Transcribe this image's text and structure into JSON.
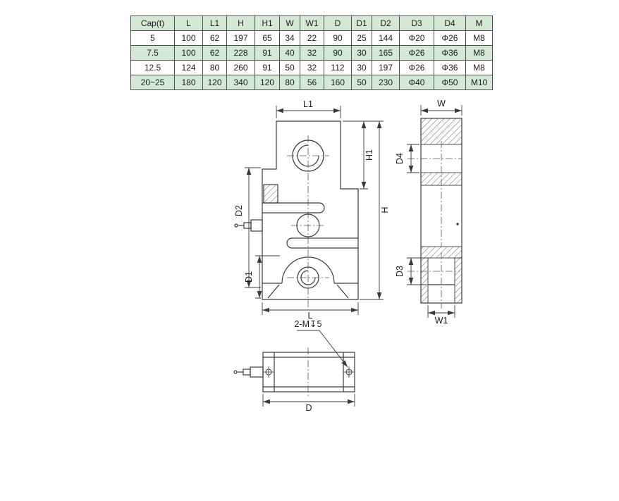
{
  "table": {
    "headers": [
      "Cap(t)",
      "L",
      "L1",
      "H",
      "H1",
      "W",
      "W1",
      "D",
      "D1",
      "D2",
      "D3",
      "D4",
      "M"
    ],
    "rows": [
      [
        "5",
        "100",
        "62",
        "197",
        "65",
        "34",
        "22",
        "90",
        "25",
        "144",
        "Φ20",
        "Φ26",
        "M8"
      ],
      [
        "7.5",
        "100",
        "62",
        "228",
        "91",
        "40",
        "32",
        "90",
        "30",
        "165",
        "Φ26",
        "Φ36",
        "M8"
      ],
      [
        "12.5",
        "124",
        "80",
        "260",
        "91",
        "50",
        "32",
        "112",
        "30",
        "197",
        "Φ26",
        "Φ36",
        "M8"
      ],
      [
        "20~25",
        "180",
        "120",
        "340",
        "120",
        "80",
        "56",
        "160",
        "50",
        "230",
        "Φ40",
        "Φ50",
        "M10"
      ]
    ]
  },
  "drawing": {
    "front": {
      "l1": "L1",
      "h1": "H1",
      "h": "H",
      "d2": "D2",
      "d1": "D1",
      "l": "L"
    },
    "side": {
      "w": "W",
      "d4": "D4",
      "d3": "D3",
      "w1": "W1"
    },
    "bottom": {
      "note": "2-M↧5",
      "d": "D"
    }
  },
  "colors": {
    "table_green": "#d3e9d5",
    "line": "#3a3a3a"
  }
}
